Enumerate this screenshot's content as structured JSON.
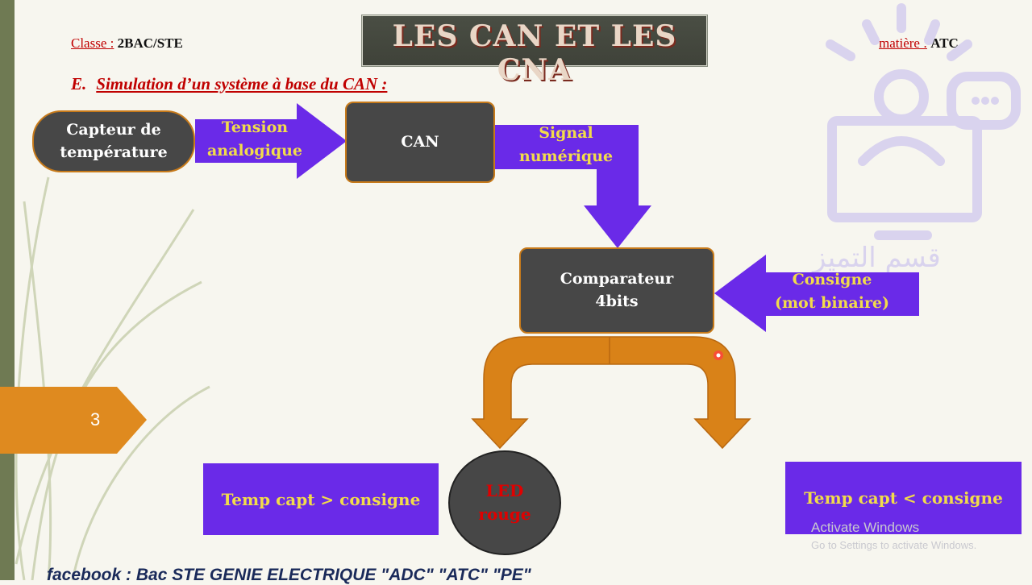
{
  "title": "LES CAN ET LES CNA",
  "header": {
    "classe_label": "Classe :",
    "classe_value": "2BAC/STE",
    "matiere_label": "matière :",
    "matiere_value": "ATC"
  },
  "section": {
    "letter": "E.",
    "text": "Simulation d’un système à base du CAN :"
  },
  "diagram": {
    "capteur": "Capteur de\ntempérature",
    "tension": "Tension\nanalogique",
    "can": "CAN",
    "signal": "Signal\nnumérique",
    "comparateur": "Comparateur\n4bits",
    "consigne": "Consigne\n(mot binaire)",
    "temp_greater": "Temp capt > consigne",
    "temp_less": "Temp capt < consigne",
    "led": "LED\nrouge"
  },
  "page_number": "3",
  "watermark": "قسم التميز",
  "activate": {
    "line1": "Activate Windows",
    "line2": "Go to Settings to activate Windows."
  },
  "footer": "facebook : Bac STE GENIE ELECTRIQUE \"ADC\" \"ATC\" \"PE\"",
  "colors": {
    "purple": "#6a2ae8",
    "orange": "#d98218",
    "box": "#474747",
    "yellow_text": "#f2dc4a",
    "red": "#c00000"
  }
}
